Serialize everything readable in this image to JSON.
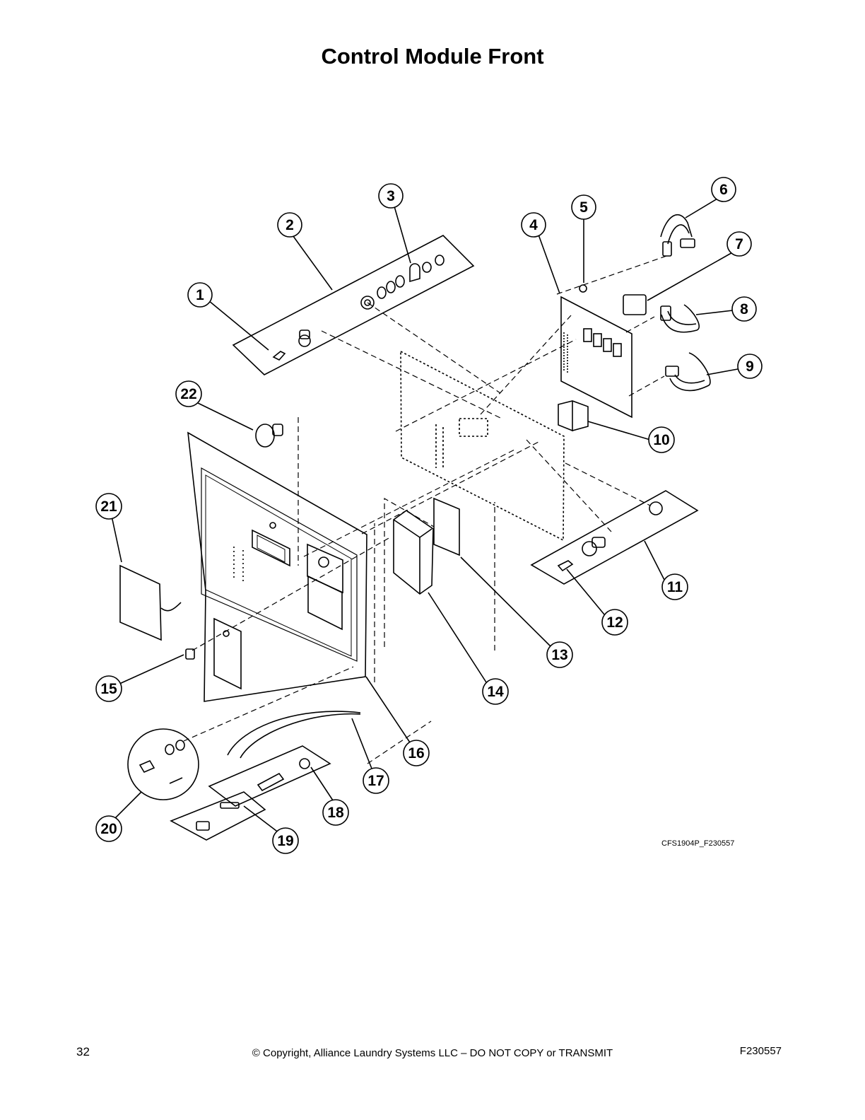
{
  "page": {
    "title": "Control Module Front",
    "drawing_id": "CFS1904P_F230557",
    "page_number": "32",
    "copyright": "© Copyright, Alliance Laundry Systems LLC – DO NOT COPY or TRANSMIT",
    "doc_number": "F230557"
  },
  "callouts": [
    "1",
    "2",
    "3",
    "4",
    "5",
    "6",
    "7",
    "8",
    "9",
    "10",
    "11",
    "12",
    "13",
    "14",
    "15",
    "16",
    "17",
    "18",
    "19",
    "20",
    "21",
    "22"
  ]
}
